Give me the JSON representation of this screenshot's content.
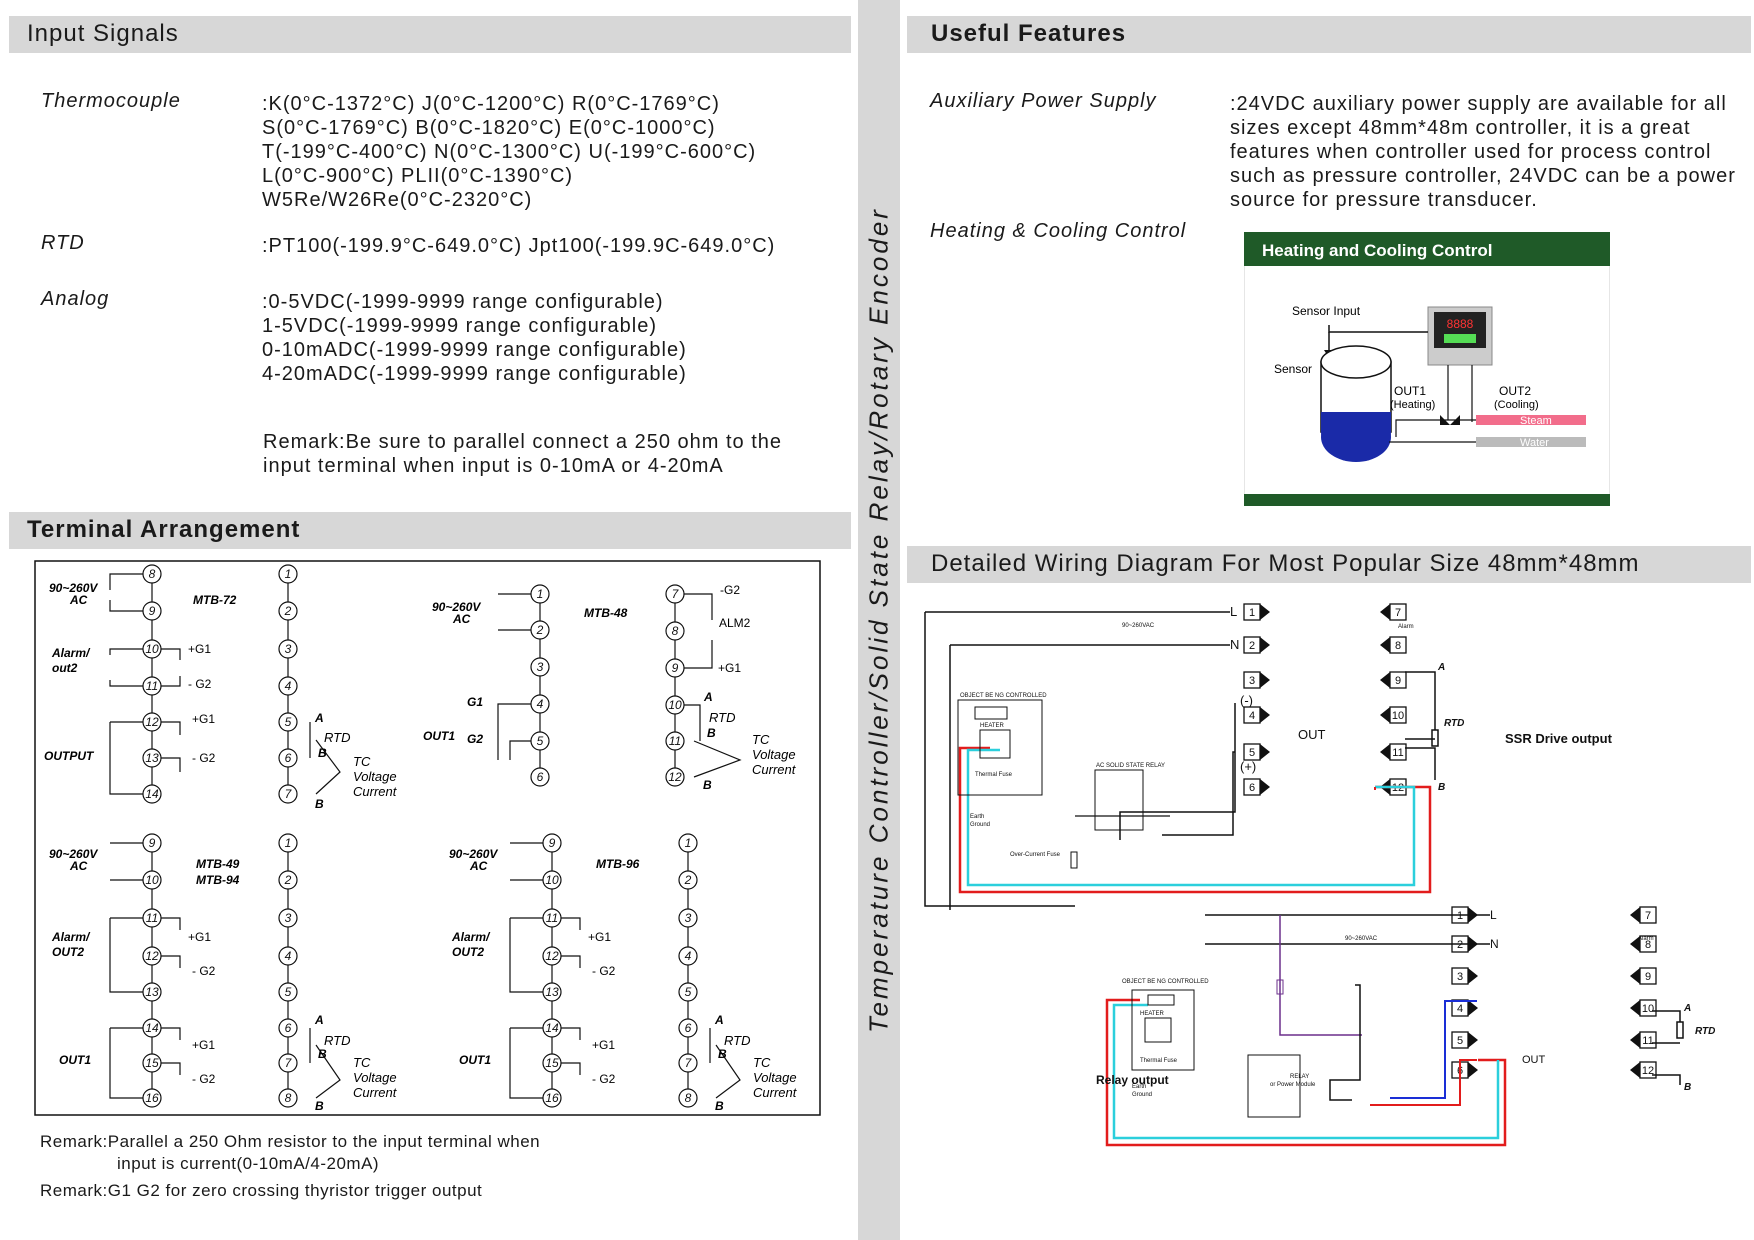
{
  "sections": {
    "input_signals": "Input Signals",
    "terminal_arrangement": "Terminal Arrangement",
    "useful_features": "Useful Features",
    "wiring": "Detailed Wiring Diagram For Most Popular Size 48mm*48mm"
  },
  "vertical_title": "Temperature Controller/Solid State Relay/Rotary Encoder",
  "input": {
    "thermocouple_label": "Thermocouple",
    "thermocouple_lines": [
      ":K(0°C-1372°C)   J(0°C-1200°C)   R(0°C-1769°C)",
      " S(0°C-1769°C)   B(0°C-1820°C)   E(0°C-1000°C)",
      " T(-199°C-400°C)   N(0°C-1300°C)   U(-199°C-600°C)",
      " L(0°C-900°C)   PLII(0°C-1390°C)",
      " W5Re/W26Re(0°C-2320°C)"
    ],
    "rtd_label": "RTD",
    "rtd_line": ":PT100(-199.9°C-649.0°C)    Jpt100(-199.9C-649.0°C)",
    "analog_label": "Analog",
    "analog_lines": [
      ":0-5VDC(-1999-9999 range configurable)",
      " 1-5VDC(-1999-9999 range configurable)",
      " 0-10mADC(-1999-9999 range configurable)",
      " 4-20mADC(-1999-9999 range configurable)"
    ],
    "remark_lines": [
      "Remark:Be sure to parallel connect a 250 ohm to the",
      "input terminal when input is 0-10mA or 4-20mA"
    ]
  },
  "features": {
    "aux_label": "Auxiliary Power Supply",
    "aux_lines": [
      ":24VDC auxiliary power supply are available for all",
      " sizes except 48mm*48m controller, it is a great",
      " features when controller used for process control",
      " such as pressure controller, 24VDC can be a power",
      " source for pressure transducer."
    ],
    "hc_label": "Heating & Cooling Control",
    "hc_panel_title": "Heating and Cooling Control",
    "hc_sensor_input": "Sensor Input",
    "hc_sensor": "Sensor",
    "hc_out1": "OUT1",
    "hc_out1_sub": "(Heating)",
    "hc_out2": "OUT2",
    "hc_out2_sub": "(Cooling)",
    "hc_steam": "Steam",
    "hc_water": "Water",
    "hc_display": "8888"
  },
  "terminals": {
    "mtb72": "MTB-72",
    "mtb48": "MTB-48",
    "mtb49": "MTB-49",
    "mtb94": "MTB-94",
    "mtb96": "MTB-96",
    "power": "90~260V",
    "ac": "AC",
    "alarm_out2": "Alarm/",
    "out2_a": "out2",
    "out2_b": "OUT2",
    "output": "OUTPUT",
    "out1": "OUT1",
    "g1": "+G1",
    "g2": "- G2",
    "g1_plain": "G1",
    "g2_plain": "G2",
    "mg2": "-G2",
    "alm2": "ALM2",
    "rtd": "RTD",
    "tc": "TC",
    "voltage": "Voltage",
    "current": "Current",
    "a": "A",
    "b": "B",
    "remark1a": "Remark:Parallel a 250 Ohm resistor to the input terminal when",
    "remark1b": "input is current(0-10mA/4-20mA)",
    "remark2": "Remark:G1 G2 for zero crossing thyristor trigger output"
  },
  "wiring": {
    "L": "L",
    "N": "N",
    "out": "OUT",
    "neg": "(-)",
    "pos": "(+)",
    "ssr_title": "SSR Drive output",
    "relay_title": "Relay output",
    "rtd": "RTD",
    "supply_small": "90~260VAC",
    "alarm_small": "Alarm",
    "object_small": "OBJECT BE NG CONTROLLED",
    "thermal_fuse_small": "Thermal Fuse",
    "earth_small": "Earth",
    "ground_small": "Ground",
    "overcurrent_small": "Over-Current Fuse",
    "ssr_small": "AC SOLID STATE RELAY",
    "relay_small": "RELAY",
    "relay_small2": "or Power Module",
    "heater_small": "HEATER"
  }
}
